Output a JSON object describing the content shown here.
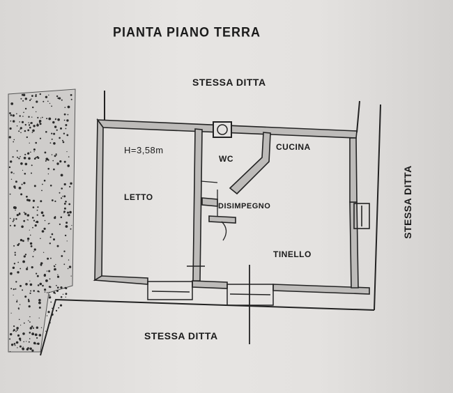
{
  "title": "PIANTA PIANO TERRA",
  "neighbors": {
    "north": "STESSA DITTA",
    "east": "STESSA DITTA",
    "south": "STESSA DITTA"
  },
  "rooms": {
    "height_note": "H=3,58m",
    "letto": "LETTO",
    "wc": "WC",
    "cucina": "CUCINA",
    "tinello": "TINELLO",
    "disimpegno": "DISIMPEGNO"
  },
  "colors": {
    "ink": "#1b1b1b",
    "wall_fill": "#bdbbb9",
    "paper": "#e4e2e0"
  }
}
